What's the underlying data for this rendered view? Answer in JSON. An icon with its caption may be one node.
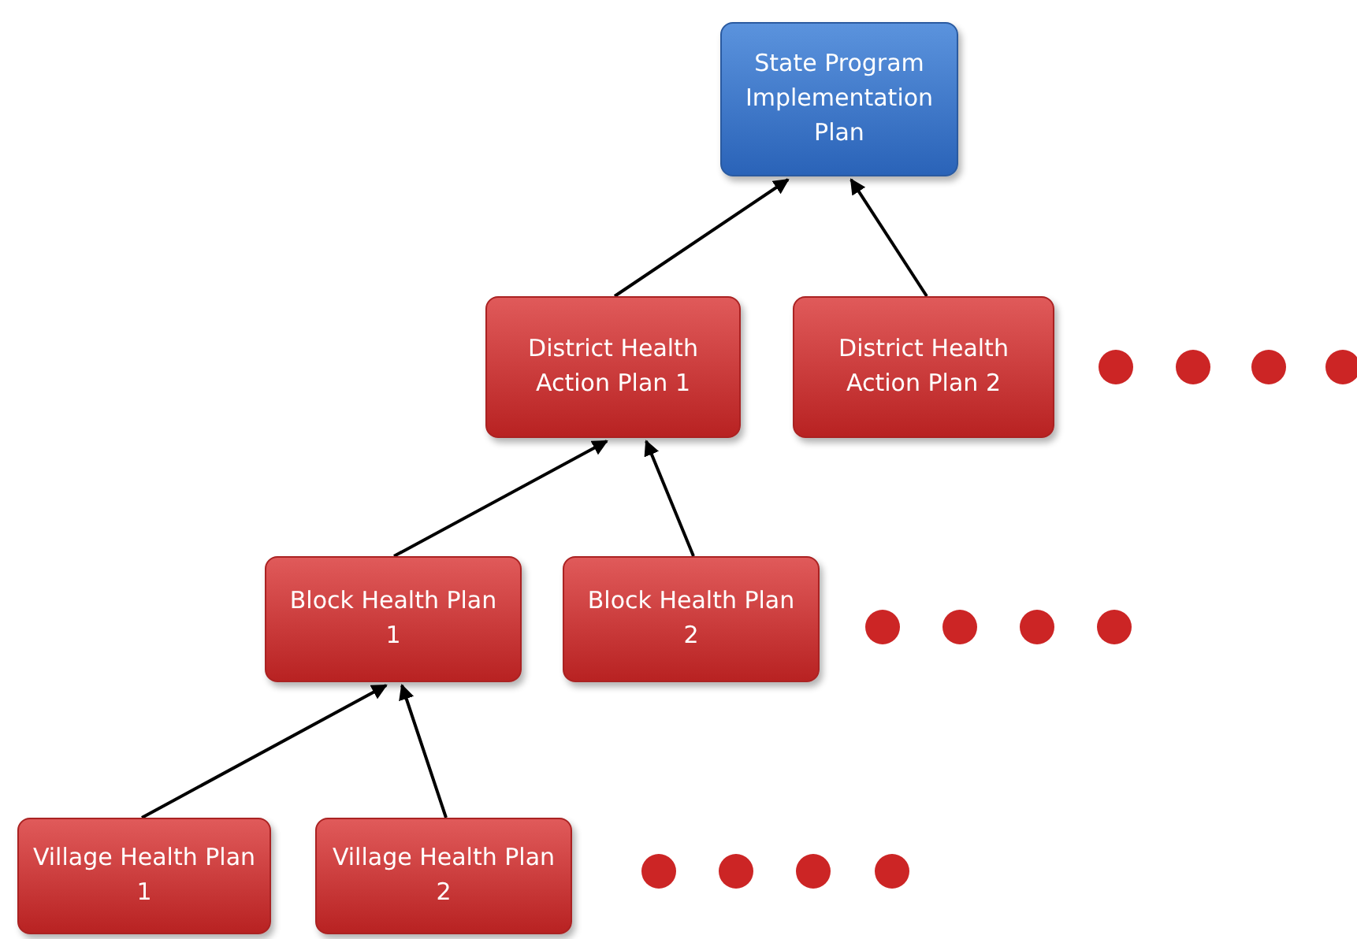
{
  "diagram": {
    "nodes": [
      {
        "text": [
          "State Program Implementation Plan"
        ]
      },
      {
        "text": [
          "District Health Action Plan 1"
        ]
      },
      {
        "text": [
          "District Health Action Plan 2"
        ]
      },
      {
        "text": [
          "Block Health Plan 1"
        ]
      },
      {
        "text": [
          "Block Health Plan 2"
        ]
      },
      {
        "text": [
          "Village Health Plan 1"
        ]
      },
      {
        "text": [
          "Village Health Plan 2"
        ]
      }
    ],
    "edges": [
      {
        "from": 1,
        "to": 0,
        "arrow": "to"
      },
      {
        "from": 2,
        "to": 0,
        "arrow": "to"
      },
      {
        "from": 3,
        "to": 1,
        "arrow": "to"
      },
      {
        "from": 4,
        "to": 1,
        "arrow": "to"
      },
      {
        "from": 5,
        "to": 3,
        "arrow": "to"
      },
      {
        "from": 6,
        "to": 3,
        "arrow": "to"
      }
    ]
  }
}
